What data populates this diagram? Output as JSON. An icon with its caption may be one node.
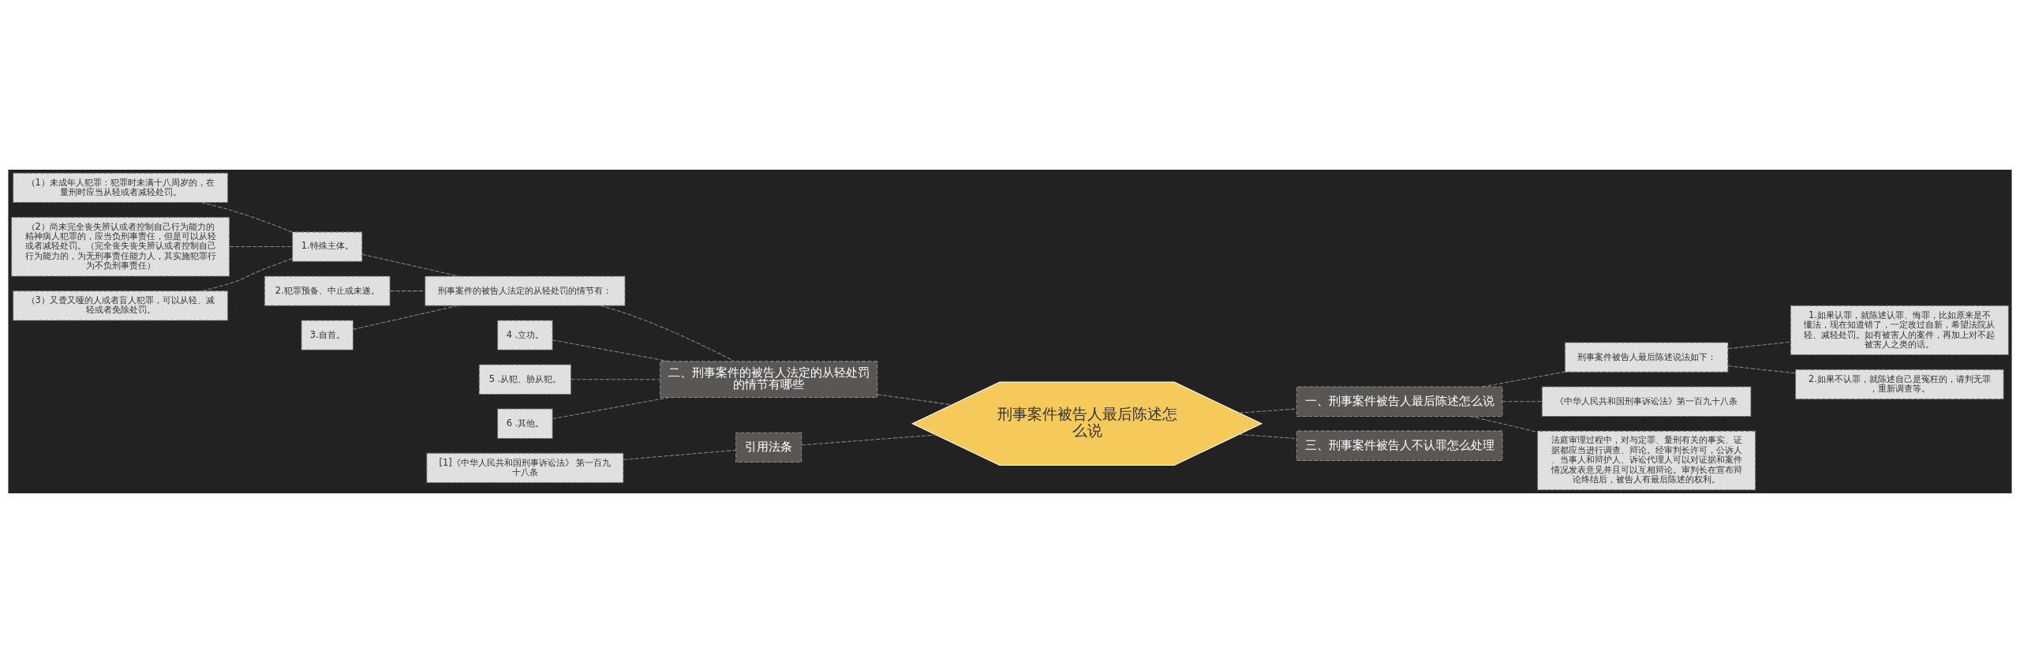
{
  "diagram": {
    "nodes": [
      {
        "text": [
          "刑事案件被告人最后陈述怎么说"
        ]
      },
      {
        "text": [
          "二、刑事案件的被告人法定的从轻处罚的情节有哪些"
        ]
      },
      {
        "text": [
          "刑事案件的被告人法定的从轻处罚的情节有："
        ]
      },
      {
        "text": [
          "1.特殊主体。"
        ]
      },
      {
        "text": [
          "（1）未成年人犯罪：犯罪时未满十八周岁的，在量刑时应当从轻或者减轻处罚。"
        ]
      },
      {
        "text": [
          "（2）尚未完全丧失辨认或者控制自己行为能力的精神病人犯罪的，应当负刑事责任，但是可以从轻或者减轻处罚。（完全丧失丧失辨认或者控制自己行为能力的，为无刑事责任能力人，其实施犯罪行为不负刑事责任）"
        ]
      },
      {
        "text": [
          "（3）又聋又哑的人或者盲人犯罪，可以从轻、减轻或者免除处罚。"
        ]
      },
      {
        "text": [
          "2.犯罪预备、中止或未遂。"
        ]
      },
      {
        "text": [
          "3.自首。"
        ]
      },
      {
        "text": [
          "4 .立功。"
        ]
      },
      {
        "text": [
          "5 .从犯、胁从犯。"
        ]
      },
      {
        "text": [
          "6 .其他。"
        ]
      },
      {
        "text": [
          "引用法条"
        ]
      },
      {
        "text": [
          "[1]《中华人民共和国刑事诉讼法》 第一百九十八条"
        ]
      },
      {
        "text": [
          "一、刑事案件被告人最后陈述怎么说"
        ]
      },
      {
        "text": [
          "刑事案件被告人最后陈述说法如下："
        ]
      },
      {
        "text": [
          "1.如果认罪，就陈述认罪、悔罪，比如原来是不懂法，现在知道错了，一定改过自新，希望法院从轻、减轻处罚。如有被害人的案件，再加上对不起被害人之类的话。"
        ]
      },
      {
        "text": [
          "2.如果不认罪，就陈述自己是冤枉的，请判无罪，重新调查等。"
        ]
      },
      {
        "text": [
          "《中华人民共和国刑事诉讼法》第一百九十八条"
        ]
      },
      {
        "text": [
          "法庭审理过程中，对与定罪、量刑有关的事实、证据都应当进行调查、辩论。经审判长许可，公诉人、当事人和辩护人、诉讼代理人可以对证据和案件情况发表意见并且可以互相辩论。审判长在宣布辩论终结后，被告人有最后陈述的权利。"
        ]
      },
      {
        "text": [
          "三、刑事案件被告人不认罪怎么处理"
        ]
      }
    ],
    "edges": [
      {
        "from": 4,
        "to": 3,
        "arrow": "none",
        "style": "dashed"
      },
      {
        "from": 5,
        "to": 3,
        "arrow": "none",
        "style": "dashed"
      },
      {
        "from": 6,
        "to": 3,
        "arrow": "none",
        "style": "dashed"
      },
      {
        "from": 3,
        "to": 2,
        "arrow": "none",
        "style": "dashed"
      },
      {
        "from": 7,
        "to": 2,
        "arrow": "none",
        "style": "dashed"
      },
      {
        "from": 8,
        "to": 2,
        "arrow": "none",
        "style": "dashed"
      },
      {
        "from": 2,
        "to": 1,
        "arrow": "none",
        "style": "dashed"
      },
      {
        "from": 9,
        "to": 1,
        "arrow": "none",
        "style": "dashed"
      },
      {
        "from": 10,
        "to": 1,
        "arrow": "none",
        "style": "dashed"
      },
      {
        "from": 11,
        "to": 1,
        "arrow": "none",
        "style": "dashed"
      },
      {
        "from": 1,
        "to": 0,
        "arrow": "none",
        "style": "dashed"
      },
      {
        "from": 13,
        "to": 12,
        "arrow": "none",
        "style": "dashed"
      },
      {
        "from": 12,
        "to": 0,
        "arrow": "none",
        "style": "dashed"
      },
      {
        "from": 0,
        "to": 14,
        "arrow": "none",
        "style": "dashed"
      },
      {
        "from": 14,
        "to": 15,
        "arrow": "none",
        "style": "dashed"
      },
      {
        "from": 15,
        "to": 16,
        "arrow": "none",
        "style": "dashed"
      },
      {
        "from": 15,
        "to": 17,
        "arrow": "none",
        "style": "dashed"
      },
      {
        "from": 14,
        "to": 18,
        "arrow": "none",
        "style": "dashed"
      },
      {
        "from": 14,
        "to": 19,
        "arrow": "none",
        "style": "dashed"
      },
      {
        "from": 0,
        "to": 20,
        "arrow": "none",
        "style": "dashed"
      }
    ]
  }
}
